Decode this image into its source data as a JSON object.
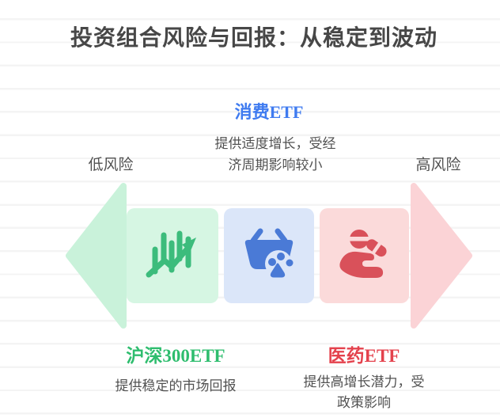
{
  "title": "投资组合风险与回报：从稳定到波动",
  "risk_axis": {
    "low_label": "低风险",
    "high_label": "高风险",
    "low_arrow_color": "#c9f2da",
    "high_arrow_color": "#fbd3d6"
  },
  "etfs": [
    {
      "name": "沪深300ETF",
      "description": "提供稳定的市场回报",
      "icon": "stock-chart-up-icon",
      "name_color": "#2ebd6e",
      "box_color": "#d6f6e3",
      "icon_color": "#3cbc7c",
      "label_position": "below"
    },
    {
      "name": "消费ETF",
      "description": "提供适度增长，受经济周期影响较小",
      "icon": "shopping-basket-paw-icon",
      "name_color": "#3f7bf0",
      "box_color": "#dbe6f9",
      "icon_color": "#4a7ad6",
      "label_position": "above"
    },
    {
      "name": "医药ETF",
      "description": "提供高增长潜力，受政策影响",
      "icon": "hand-holding-pills-icon",
      "name_color": "#e4424d",
      "box_color": "#fbdada",
      "icon_color": "#d9515a",
      "label_position": "below"
    }
  ],
  "colors": {
    "background": "#ffffff",
    "ruled_line": "#f4f4f4",
    "title_text": "#474747",
    "body_text": "#515151"
  }
}
